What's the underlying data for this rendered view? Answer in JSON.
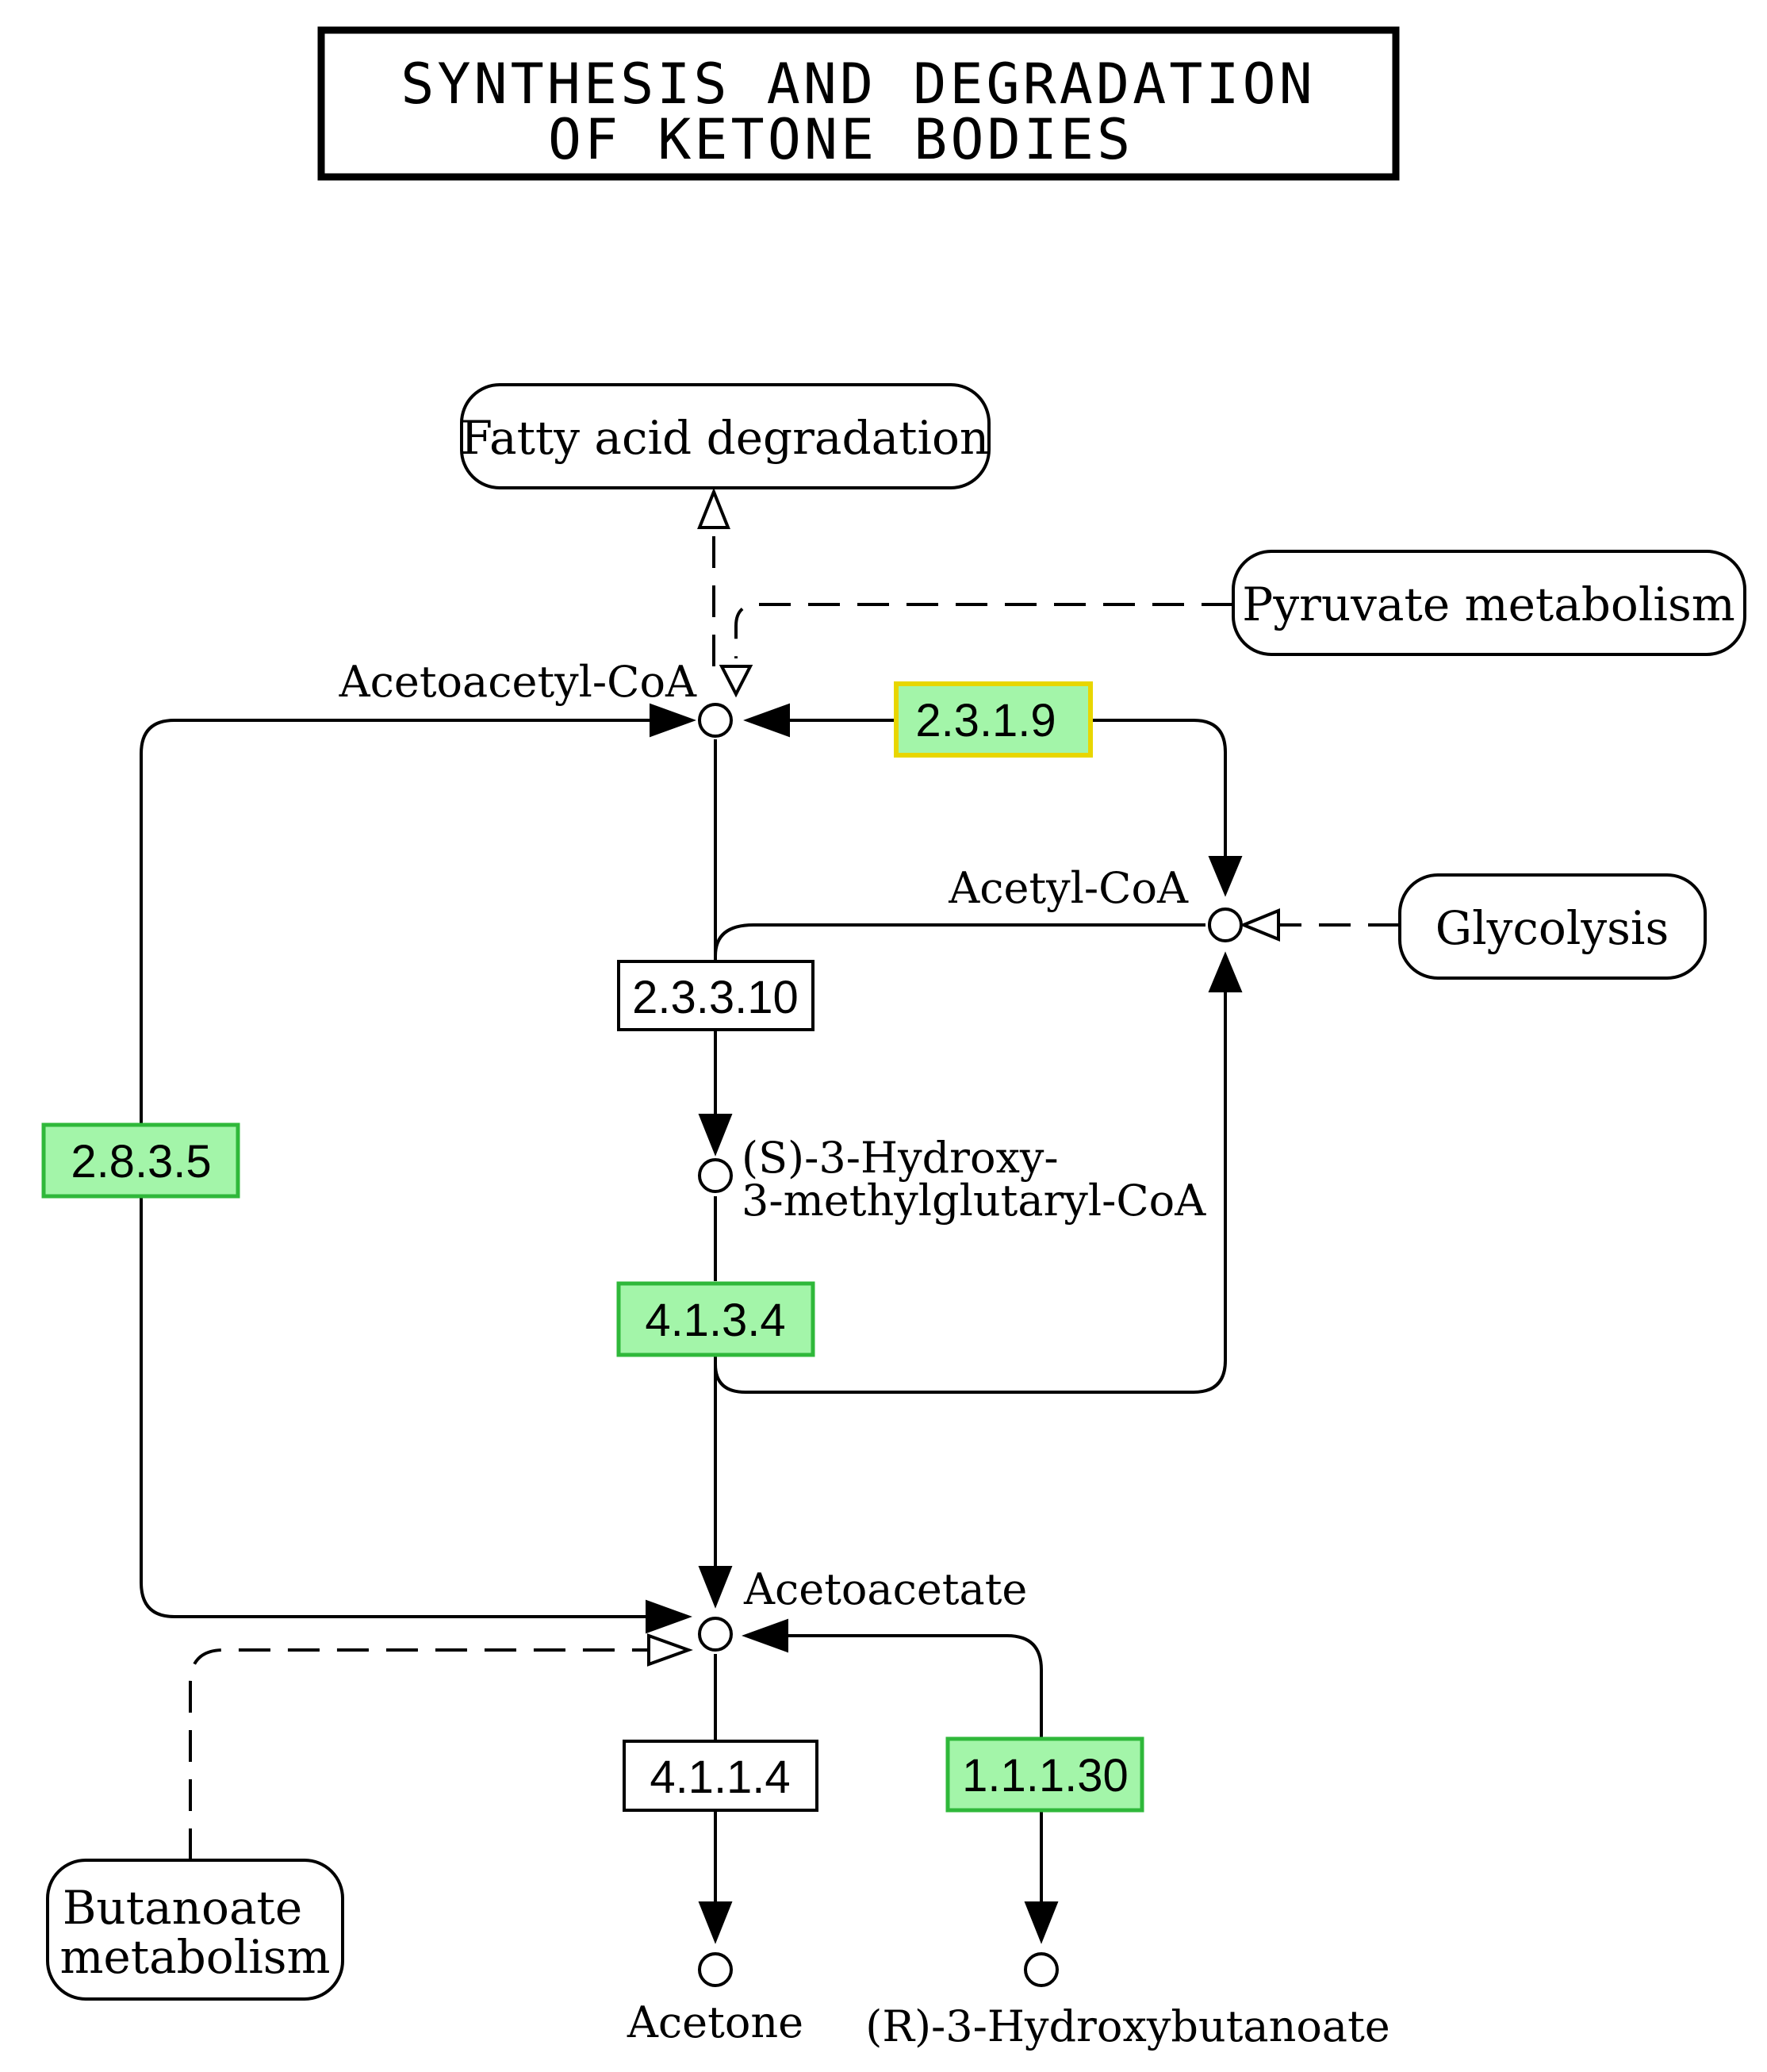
{
  "title": {
    "line1": "SYNTHESIS AND DEGRADATION",
    "line2": "OF KETONE BODIES"
  },
  "maps": {
    "fatty_acid": "Fatty acid degradation",
    "pyruvate": "Pyruvate metabolism",
    "glycolysis": "Glycolysis",
    "butanoate_line1": "Butanoate",
    "butanoate_line2": "metabolism"
  },
  "compounds": {
    "acetoacetyl_coa": "Acetoacetyl-CoA",
    "acetyl_coa": "Acetyl-CoA",
    "hmg_coa_line1": "(S)-3-Hydroxy-",
    "hmg_coa_line2": "3-methylglutaryl-CoA",
    "acetoacetate": "Acetoacetate",
    "acetone": "Acetone",
    "hydroxybutanoate": "(R)-3-Hydroxybutanoate"
  },
  "enzymes": {
    "e_2319": {
      "label": "2.3.1.9",
      "fill": "#a3f5a9",
      "border": "#e8d600"
    },
    "e_23310": {
      "label": "2.3.3.10",
      "fill": "#ffffff",
      "border": "#000000"
    },
    "e_2835": {
      "label": "2.8.3.5",
      "fill": "#a3f5a9",
      "border": "#2fb83a"
    },
    "e_4134": {
      "label": "4.1.3.4",
      "fill": "#a3f5a9",
      "border": "#2fb83a"
    },
    "e_4114": {
      "label": "4.1.1.4",
      "fill": "#ffffff",
      "border": "#000000"
    },
    "e_11130": {
      "label": "1.1.1.30",
      "fill": "#a3f5a9",
      "border": "#2fb83a"
    }
  }
}
